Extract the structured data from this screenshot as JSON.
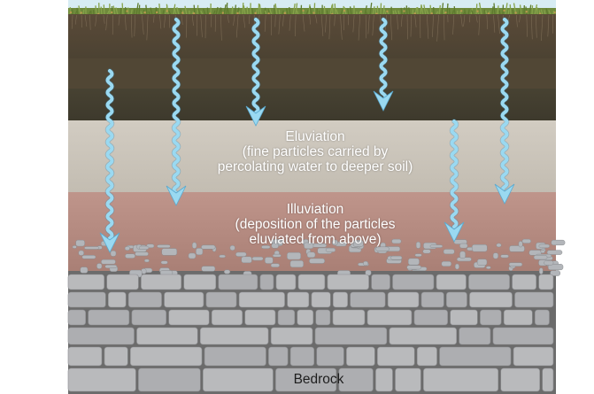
{
  "labels": {
    "eluviation": {
      "title": "Eluviation",
      "line2": "(fine particles carried by",
      "line3": "percolating water to deeper soil)"
    },
    "illuviation": {
      "title": "Illuviation",
      "line2": "(deposition of the particles",
      "line3": "eluviated from above)"
    },
    "bedrock": "Bedrock"
  },
  "colors": {
    "sky": "#d7ecf3",
    "grass": "#6f8a3c",
    "topsoil": "#4e4132",
    "dark_layer": "#3f3a2c",
    "eluviation_layer": "#cbc5ba",
    "illuviation_layer": "#b88a80",
    "bedrock_gap": "#6b6b6b",
    "stone": "#b8b9bb",
    "water_arrow": "#8fd3ee"
  },
  "arrows": [
    "water-arrow",
    "water-arrow",
    "water-arrow",
    "water-arrow",
    "water-arrow",
    "water-arrow",
    "water-arrow"
  ]
}
